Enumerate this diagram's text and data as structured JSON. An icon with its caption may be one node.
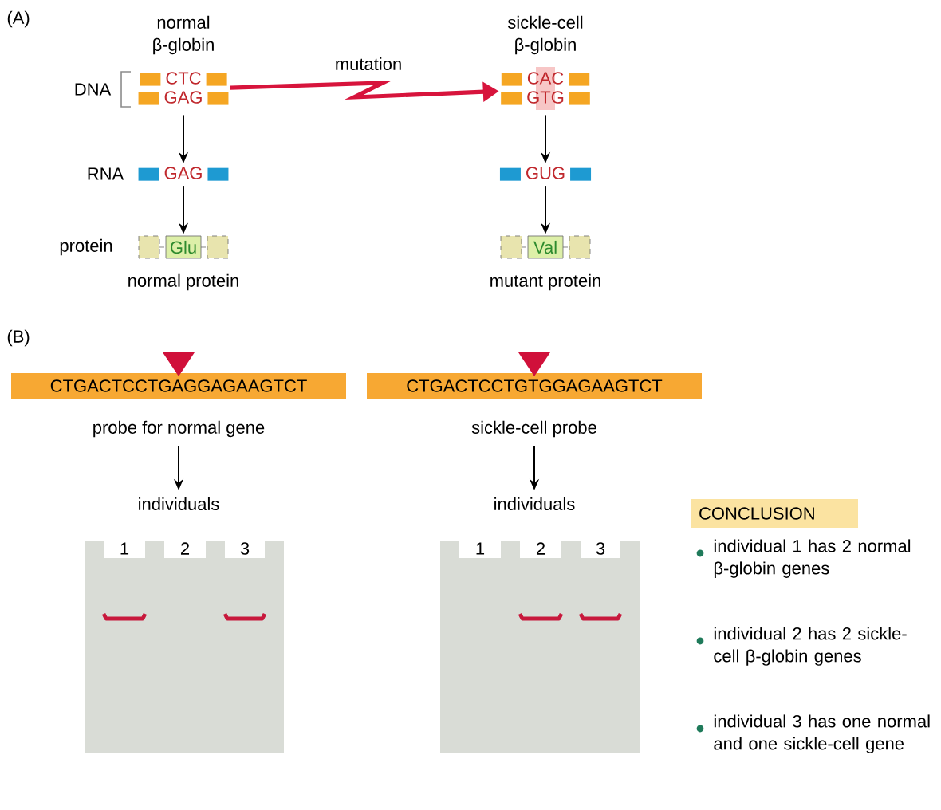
{
  "diagram": {
    "nodes": [
      {
        "text": [
          "normal β-globin",
          "CTC",
          "GAG"
        ]
      },
      {
        "text": [
          "GAG"
        ]
      },
      {
        "text": [
          "Glu"
        ],
        "beside": [
          "normal protein"
        ]
      },
      {
        "text": [
          "sickle-cell β-globin",
          "CAC",
          "GTG"
        ]
      },
      {
        "text": [
          "GUG"
        ]
      },
      {
        "text": [
          "Val"
        ],
        "beside": [
          "mutant protein"
        ]
      },
      {
        "text": [
          "CTGACTCCTGAGGAGAAGTCT"
        ],
        "beside": [
          "probe for normal gene"
        ]
      },
      {
        "text": [
          "individuals"
        ]
      },
      {
        "text": [
          "1",
          "2",
          "3"
        ]
      },
      {
        "text": [
          "CTGACTCCTGTGGAGAAGTCT"
        ],
        "beside": [
          "sickle-cell probe"
        ]
      },
      {
        "text": [
          "individuals"
        ]
      },
      {
        "text": [
          "1",
          "2",
          "3"
        ]
      },
      {
        "text": [
          "CONCLUSION"
        ]
      }
    ],
    "edges": [
      {
        "from": 0,
        "to": 1,
        "arrow": "to"
      },
      {
        "from": 1,
        "to": 2,
        "arrow": "to"
      },
      {
        "from": 0,
        "to": 3,
        "arrow": "to",
        "label": "mutation",
        "style": "thick",
        "color": "#d7143c"
      },
      {
        "from": 3,
        "to": 4,
        "arrow": "to"
      },
      {
        "from": 4,
        "to": 5,
        "arrow": "to"
      },
      {
        "from": 6,
        "to": 7,
        "arrow": "to"
      },
      {
        "from": 9,
        "to": 10,
        "arrow": "to"
      }
    ],
    "labels": [
      "(A)",
      "DNA",
      "RNA",
      "protein",
      "(B)",
      "individual 1 has 2 normal β-globin genes",
      "individual 2 has 2 sickle-cell β-globin genes",
      "individual 3 has one normal and one sickle-cell gene"
    ]
  }
}
